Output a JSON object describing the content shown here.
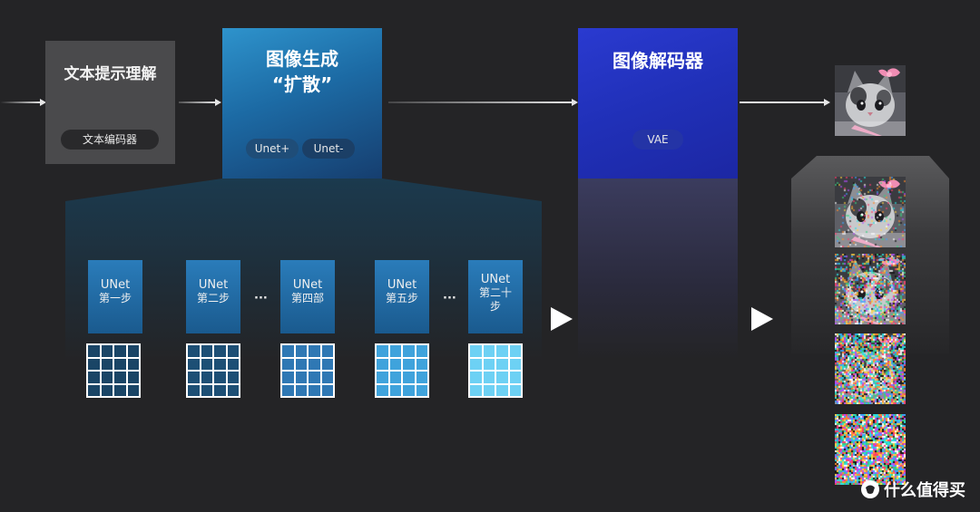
{
  "text_encoder": {
    "title": "文本提示理解",
    "pill": "文本编码器"
  },
  "diffusion": {
    "title_line1": "图像生成",
    "title_line2": "“扩散”",
    "pill_plus": "Unet+",
    "pill_minus": "Unet-"
  },
  "decoder": {
    "title": "图像解码器",
    "pill": "VAE"
  },
  "steps": [
    {
      "line1": "UNet",
      "line2": "第一步",
      "grid_color": "#1a4566"
    },
    {
      "line1": "UNet",
      "line2": "第二步",
      "grid_color": "#1d4f75"
    },
    {
      "line1": "UNet",
      "line2": "第四部",
      "grid_color": "#2f78b4"
    },
    {
      "line1": "UNet",
      "line2": "第五步",
      "grid_color": "#3fa3dc"
    },
    {
      "line1": "UNet",
      "line2": "第二十步",
      "grid_color": "#6dd1f4"
    }
  ],
  "ellipsis": "···",
  "watermark": "什么值得买",
  "colors": {
    "background": "#242426",
    "text_encoder": "#4a4a4c",
    "diffusion": "#1c6aa4",
    "decoder": "#2030b8"
  }
}
